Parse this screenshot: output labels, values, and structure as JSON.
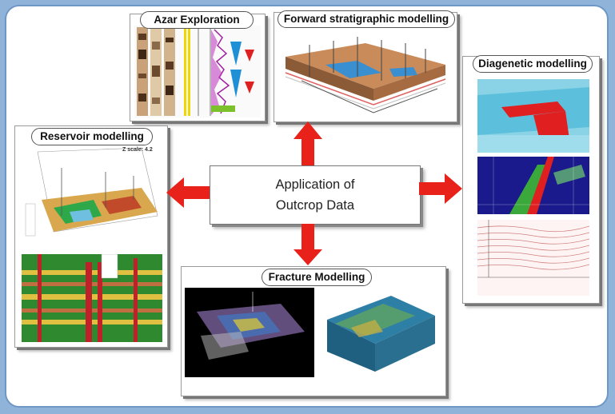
{
  "center": {
    "line1": "Application of",
    "line2": "Outcrop Data"
  },
  "panels": {
    "azar": {
      "title": "Azar Exploration"
    },
    "forward": {
      "title": "Forward stratigraphic modelling"
    },
    "diagenetic": {
      "title": "Diagenetic modelling"
    },
    "reservoir": {
      "title": "Reservoir modelling",
      "z_scale": "Z scale: 4.2"
    },
    "fracture": {
      "title": "Fracture Modelling"
    }
  },
  "colors": {
    "frame_border": "#6f97c6",
    "background": "#8fb3d9",
    "arrow_red": "#e8221a"
  }
}
